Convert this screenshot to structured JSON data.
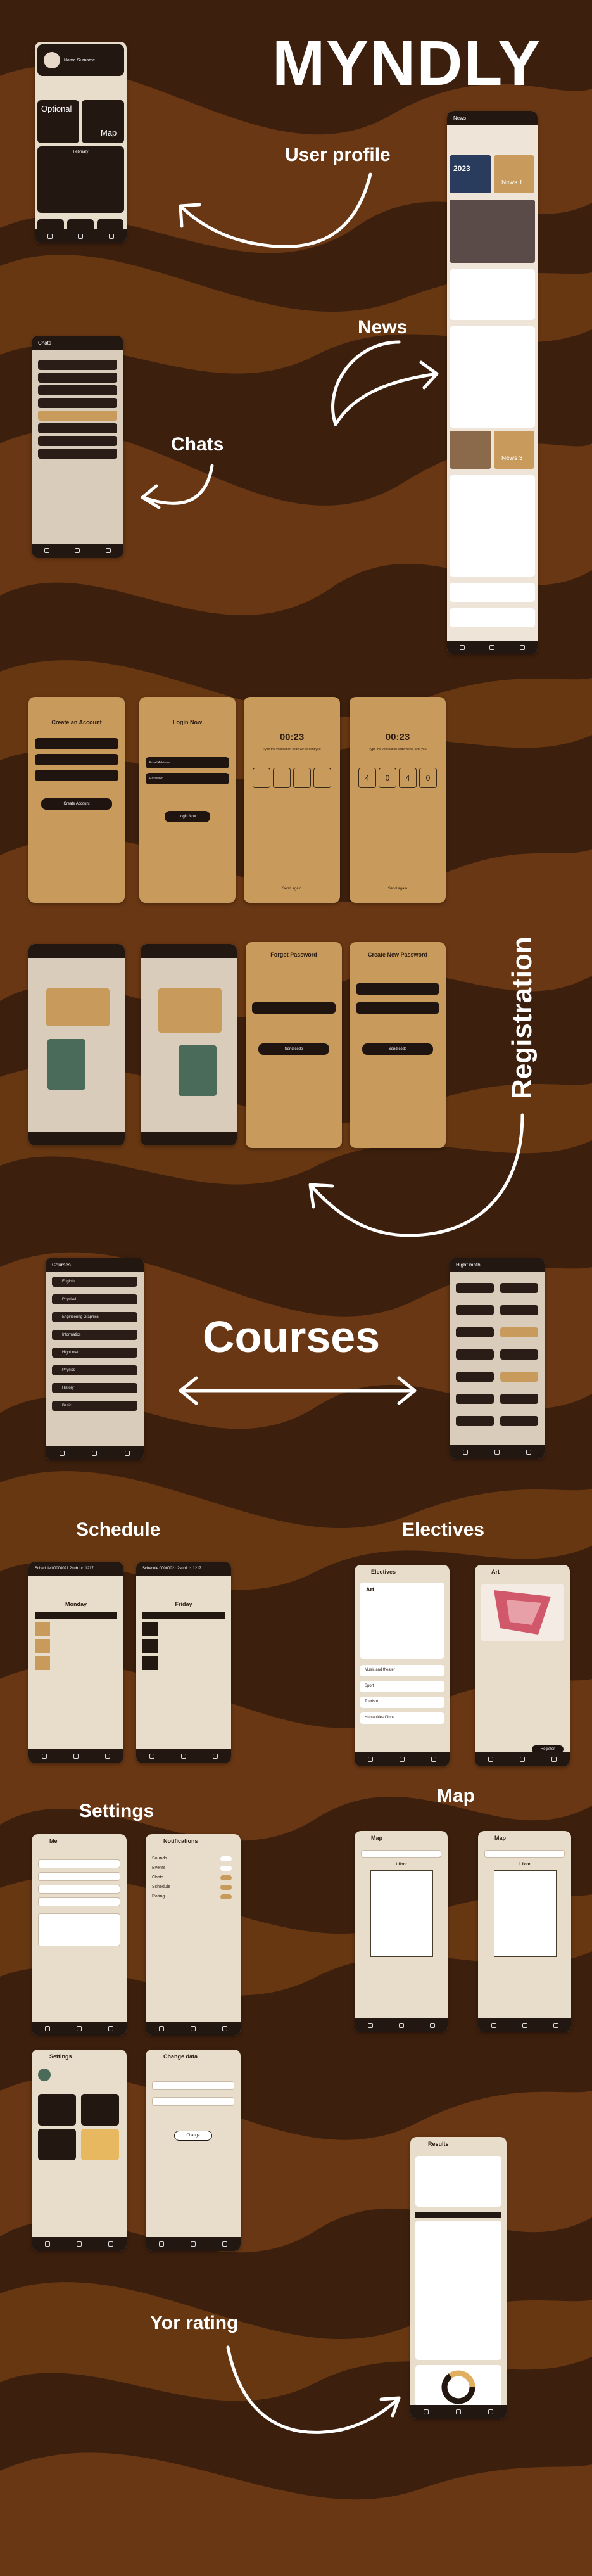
{
  "brand": "MYNDLY",
  "labels": {
    "user_profile": "User profile",
    "news": "News",
    "chats": "Chats",
    "registration": "Registration",
    "courses": "Courses",
    "schedule": "Schedule",
    "electives": "Electives",
    "settings": "Settings",
    "map": "Map",
    "rating": "Yor rating"
  },
  "profile": {
    "name": "Name Surname",
    "optional": "Optional",
    "map": "Map",
    "month": "February"
  },
  "news_screen": {
    "title": "News",
    "news1": "News 1",
    "news3": "News 3",
    "year": "2023"
  },
  "chats_screen": {
    "title": "Chats"
  },
  "register": {
    "create_title": "Create an Account",
    "create_btn": "Create Account",
    "login_title": "Login Now",
    "login_btn": "Login Now",
    "timer": "00:23",
    "verify_text": "Type the verification code we've sent you",
    "code": [
      "4",
      "0",
      "4",
      "0"
    ],
    "send_again": "Send again",
    "forgot_title": "Forgot Password",
    "create_pw_title": "Create New Password",
    "send_code": "Send code",
    "email_field": "Email Address",
    "password_field": "Password"
  },
  "courses": {
    "title": "Courses",
    "hight_math": "Hight math",
    "items": [
      "English",
      "Physical",
      "Engineering Graphics",
      "Informatics",
      "Hight math",
      "Physics",
      "History",
      "Basic"
    ]
  },
  "schedule_screen": {
    "title": "Schedule 00000021 2sub1 c. 1217",
    "monday": "Monday",
    "friday": "Friday"
  },
  "electives_screen": {
    "title": "Electives",
    "art": "Art",
    "music": "Music and theater",
    "sport": "Sport",
    "tourism": "Tourism",
    "humanities": "Humanities Clubs",
    "register_btn": "Register"
  },
  "settings_screen": {
    "me": "Me",
    "notifications": "Notifications",
    "settings": "Settings",
    "change_data": "Change data",
    "change_btn": "Change",
    "notif_items": [
      "Sounds",
      "Events",
      "Chats",
      "Schedule",
      "Rating"
    ]
  },
  "map_screen": {
    "title": "Map",
    "floor": "1 floor"
  },
  "results_screen": {
    "title": "Results"
  }
}
